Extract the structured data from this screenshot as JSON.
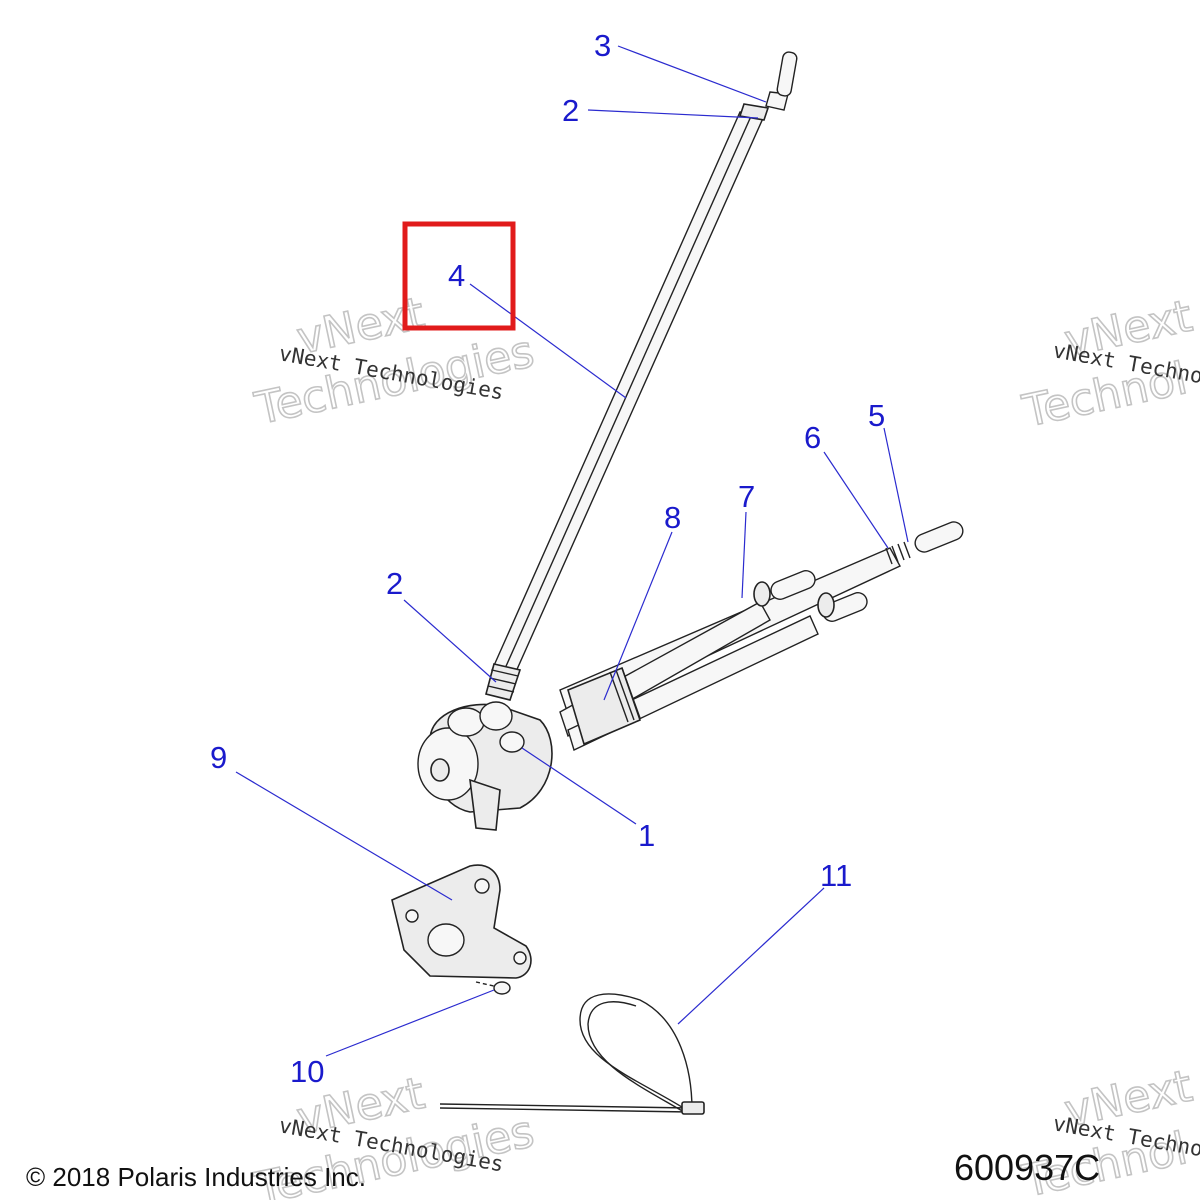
{
  "callouts": [
    {
      "id": "c3",
      "label": "3"
    },
    {
      "id": "c2a",
      "label": "2"
    },
    {
      "id": "c4",
      "label": "4"
    },
    {
      "id": "c5",
      "label": "5"
    },
    {
      "id": "c6",
      "label": "6"
    },
    {
      "id": "c7",
      "label": "7"
    },
    {
      "id": "c8",
      "label": "8"
    },
    {
      "id": "c2b",
      "label": "2"
    },
    {
      "id": "c9",
      "label": "9"
    },
    {
      "id": "c1",
      "label": "1"
    },
    {
      "id": "c11",
      "label": "11"
    },
    {
      "id": "c10",
      "label": "10"
    }
  ],
  "highlight": {
    "label": "4",
    "color": "#e11b1b"
  },
  "watermark": {
    "line_small": "vNext Technologies",
    "line_big_1": "vNext",
    "line_big_2": "Technologies",
    "line_small_partial": "vNext Techno",
    "line_big_1_partial": "vNext",
    "line_big_2_partial": "Technol"
  },
  "footer": {
    "copyright": "© 2018 Polaris Industries Inc.",
    "figure_number": "600937C"
  },
  "colors": {
    "callout": "#1a1acc",
    "highlight": "#e11b1b"
  }
}
